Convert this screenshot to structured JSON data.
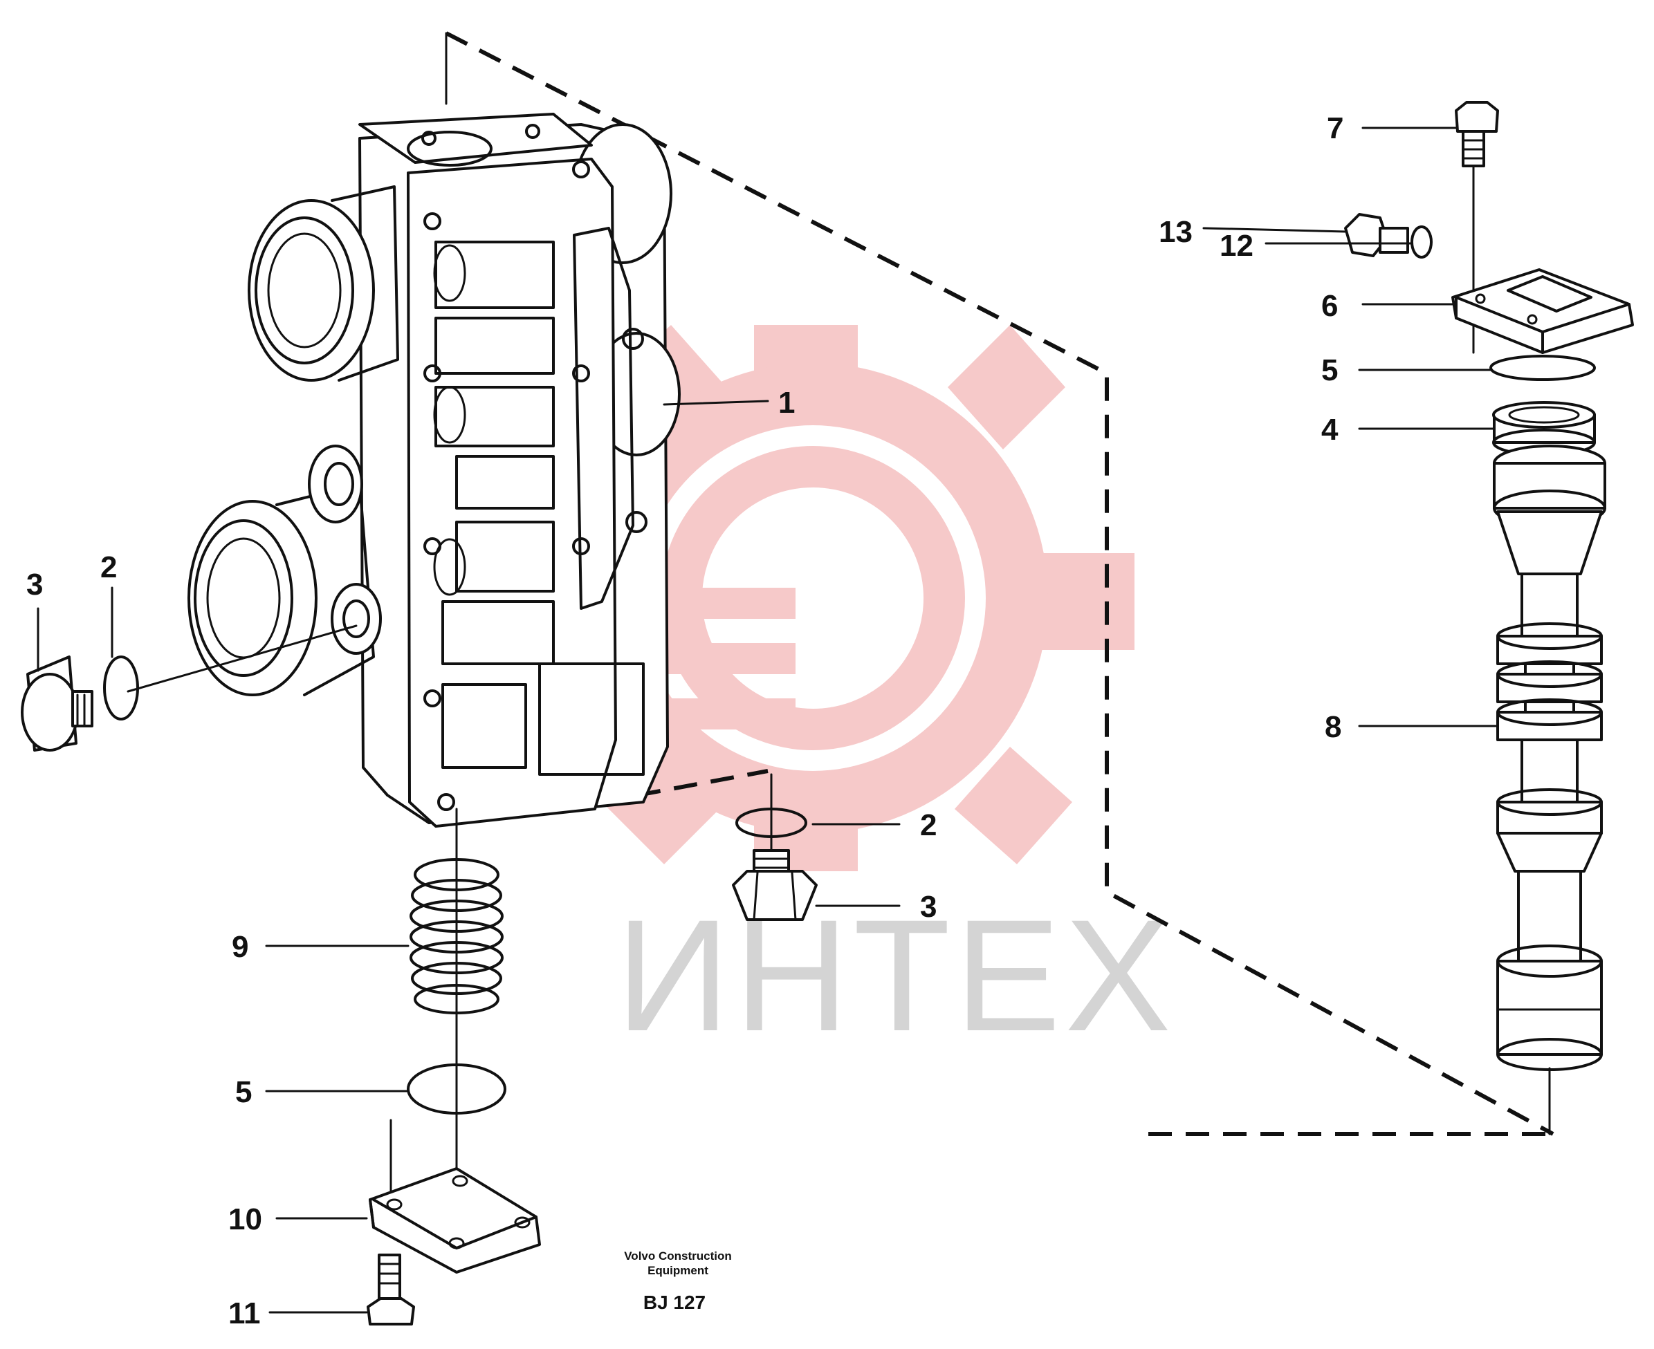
{
  "diagram": {
    "callouts": [
      {
        "id": "c1",
        "label": "1"
      },
      {
        "id": "c2a",
        "label": "2"
      },
      {
        "id": "c3a",
        "label": "3"
      },
      {
        "id": "c2b",
        "label": "2"
      },
      {
        "id": "c3b",
        "label": "3"
      },
      {
        "id": "c9",
        "label": "9"
      },
      {
        "id": "c5a",
        "label": "5"
      },
      {
        "id": "c10",
        "label": "10"
      },
      {
        "id": "c11",
        "label": "11"
      },
      {
        "id": "c7",
        "label": "7"
      },
      {
        "id": "c13",
        "label": "13"
      },
      {
        "id": "c12",
        "label": "12"
      },
      {
        "id": "c6",
        "label": "6"
      },
      {
        "id": "c5b",
        "label": "5"
      },
      {
        "id": "c4",
        "label": "4"
      },
      {
        "id": "c8",
        "label": "8"
      }
    ],
    "footer": {
      "line1": "Volvo Construction",
      "line2": "Equipment",
      "code": "BJ 127"
    }
  },
  "watermark": {
    "text": "ИНТЕХ",
    "gear_color": "#f6c9c9",
    "text_color": "#d4d4d4"
  }
}
